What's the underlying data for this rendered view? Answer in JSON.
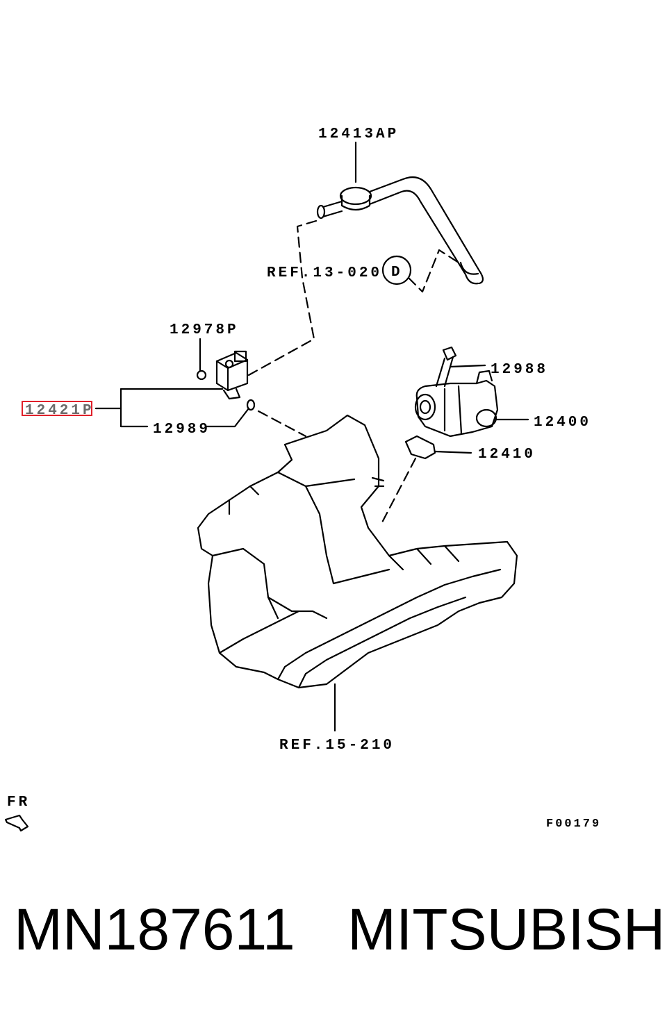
{
  "diagram": {
    "labels": {
      "hose": "12413AP",
      "ref_13": "REF.13-020",
      "circle_ref": "D",
      "screw": "12978P",
      "solenoid_highlighted": "12421P",
      "oring": "12989",
      "bolt": "12988",
      "egr_valve": "12400",
      "gasket": "12410",
      "ref_15": "REF.15-210",
      "fr": "FR",
      "figure_code": "F00179"
    },
    "colors": {
      "highlight": "#e0202a",
      "line": "#000000"
    }
  },
  "footer": {
    "part_number": "MN187611",
    "brand": "MITSUBISHI"
  }
}
